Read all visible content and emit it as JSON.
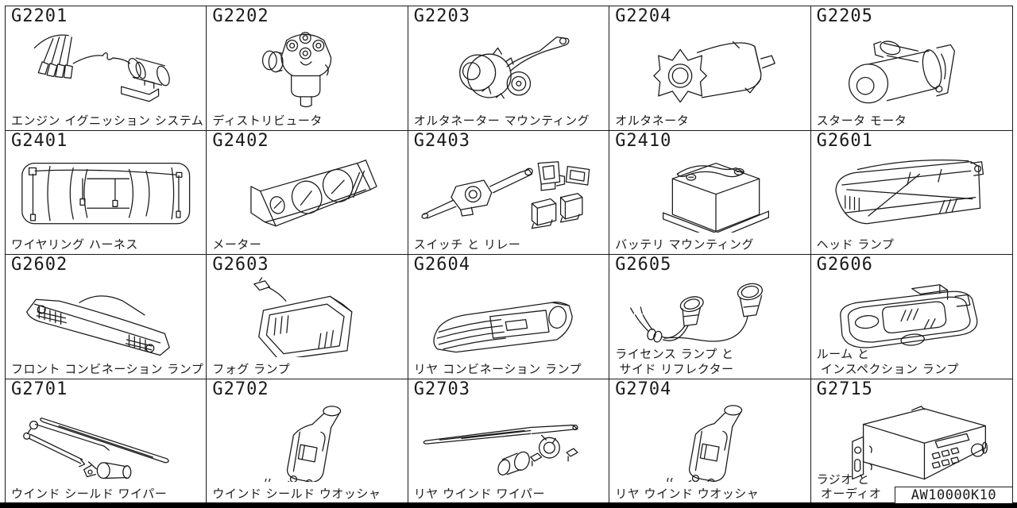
{
  "footer": {
    "code": "AW10000K10"
  },
  "colors": {
    "line": "#1a1a1a",
    "background": "#ffffff",
    "scan_edge": "#000000"
  },
  "cells": [
    {
      "code": "G2201",
      "caption": "エンジン イグニッション システム",
      "part": "engine-ignition-system"
    },
    {
      "code": "G2202",
      "caption": "ディストリビュータ",
      "part": "distributor"
    },
    {
      "code": "G2203",
      "caption": "オルタネーター マウンティング",
      "part": "alternator-mounting"
    },
    {
      "code": "G2204",
      "caption": "オルタネータ",
      "part": "alternator"
    },
    {
      "code": "G2205",
      "caption": "スタータ モータ",
      "part": "starter-motor"
    },
    {
      "code": "G2401",
      "caption": "ワイヤリング ハーネス",
      "part": "wiring-harness"
    },
    {
      "code": "G2402",
      "caption": "メーター",
      "part": "meter"
    },
    {
      "code": "G2403",
      "caption": "スイッチ と リレー",
      "part": "switch-and-relay"
    },
    {
      "code": "G2410",
      "caption": "バッテリ マウンティング",
      "part": "battery-mounting"
    },
    {
      "code": "G2601",
      "caption": "ヘッド ランプ",
      "part": "head-lamp"
    },
    {
      "code": "G2602",
      "caption": "フロント コンビネーション ランプ",
      "part": "front-combination-lamp"
    },
    {
      "code": "G2603",
      "caption": "フォグ ランプ",
      "part": "fog-lamp"
    },
    {
      "code": "G2604",
      "caption": "リヤ コンビネーション ランプ",
      "part": "rear-combination-lamp"
    },
    {
      "code": "G2605",
      "caption": "ライセンス ランプ と\n サイド リフレクター",
      "part": "license-lamp-and-side-reflector"
    },
    {
      "code": "G2606",
      "caption": "ルーム と\n インスペクション ランプ",
      "part": "room-and-inspection-lamp"
    },
    {
      "code": "G2701",
      "caption": "ウインド シールド ワイパー",
      "part": "windshield-wiper"
    },
    {
      "code": "G2702",
      "caption": "ウインド シールド ウオッシャ",
      "part": "windshield-washer"
    },
    {
      "code": "G2703",
      "caption": "リヤ ウインド ワイパー",
      "part": "rear-window-wiper"
    },
    {
      "code": "G2704",
      "caption": "リヤ ウインド ウオッシャ",
      "part": "rear-window-washer"
    },
    {
      "code": "G2715",
      "caption": "ラジオ と\n オーディオ",
      "part": "radio-and-audio"
    }
  ]
}
